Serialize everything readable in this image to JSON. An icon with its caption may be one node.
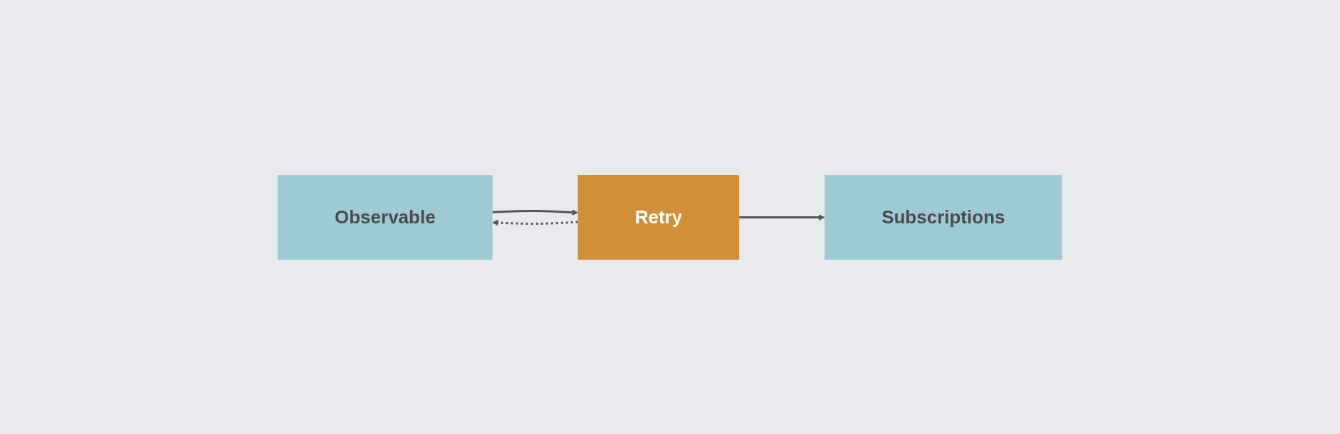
{
  "diagram": {
    "nodes": [
      {
        "text": [
          "Observable"
        ]
      },
      {
        "text": [
          "Retry"
        ]
      },
      {
        "text": [
          "Subscriptions"
        ]
      }
    ],
    "edges": [
      {
        "from": 0,
        "to": 1,
        "arrow": "to"
      },
      {
        "from": 1,
        "to": 2,
        "arrow": "to"
      },
      {
        "from": 1,
        "to": 0,
        "arrow": "to",
        "style": "dashed"
      }
    ]
  }
}
